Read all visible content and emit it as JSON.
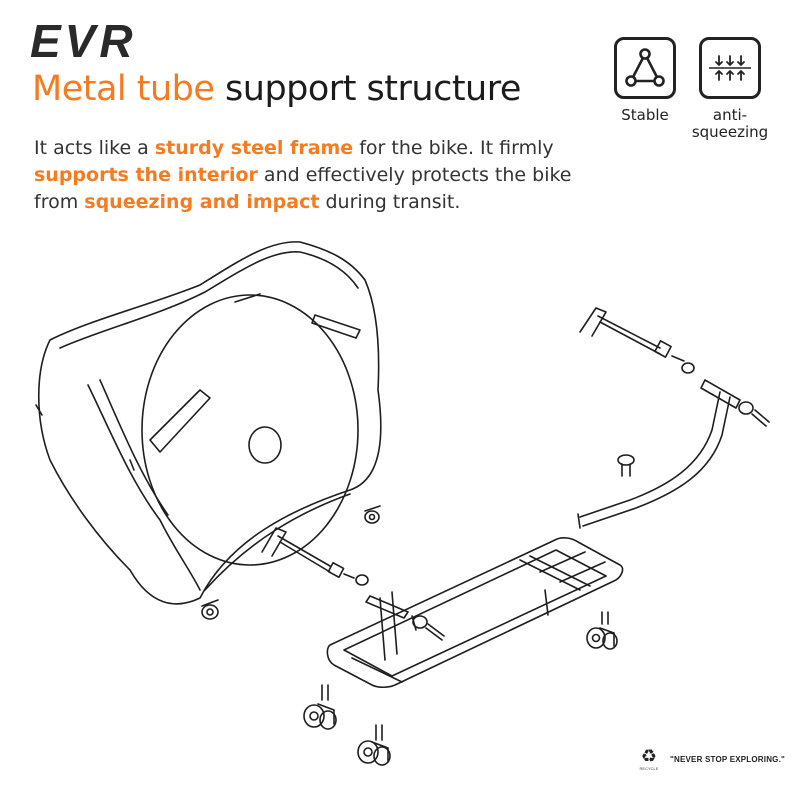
{
  "header": {
    "brand": "EVR",
    "title_accent": "Metal tube",
    "title_rest": " support structure"
  },
  "description": [
    {
      "text": "It acts like a ",
      "highlight": false
    },
    {
      "text": "sturdy steel frame",
      "highlight": true
    },
    {
      "text": " for the bike. It firmly ",
      "highlight": false
    },
    {
      "text": "supports the interior",
      "highlight": true
    },
    {
      "text": " and effectively protects the bike from ",
      "highlight": false
    },
    {
      "text": "squeezing and impact",
      "highlight": true
    },
    {
      "text": " during transit.",
      "highlight": false
    }
  ],
  "features": [
    {
      "label": "Stable",
      "icon": "triangle-nodes-icon"
    },
    {
      "label": "anti-squeezing",
      "icon": "compression-arrows-icon"
    }
  ],
  "footer": {
    "recycle_mini_text": "RECYCLE",
    "slogan": "\"NEVER STOP EXPLORING.\""
  },
  "colors": {
    "accent": "#f47b20",
    "text": "#222222",
    "line": "#1e1e1e"
  }
}
